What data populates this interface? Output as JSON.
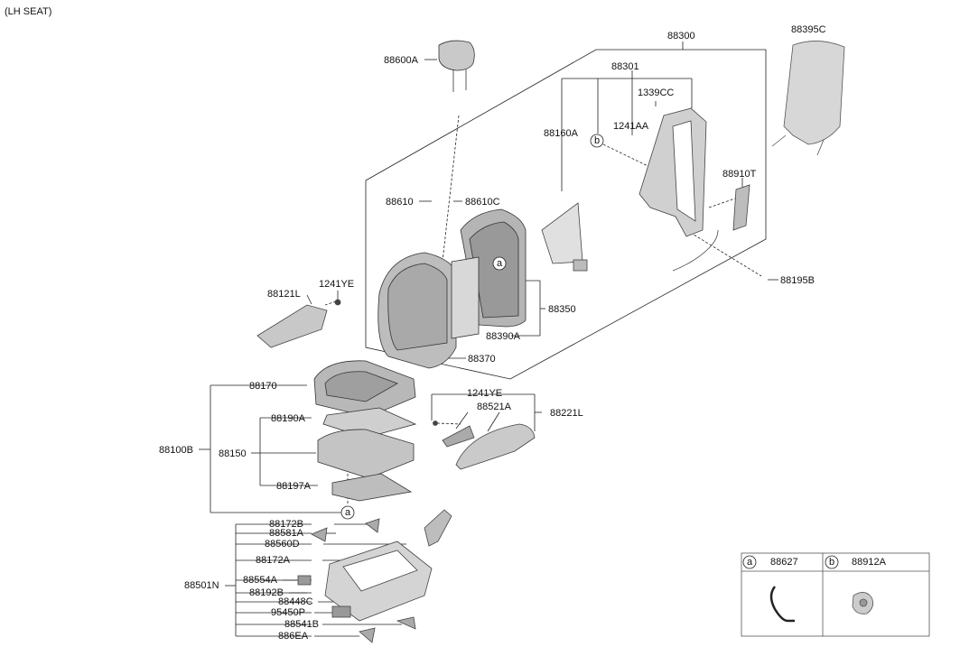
{
  "caption": "(LH SEAT)",
  "parts": {
    "p88300": "88300",
    "p88395C": "88395C",
    "p88600A": "88600A",
    "p88301": "88301",
    "p1339CC": "1339CC",
    "p88160A": "88160A",
    "p1241AA": "1241AA",
    "p88910T": "88910T",
    "p88610": "88610",
    "p88610C": "88610C",
    "p88195B": "88195B",
    "p1241YE_top": "1241YE",
    "p88121L": "88121L",
    "p88350": "88350",
    "p88390A": "88390A",
    "p88370": "88370",
    "p88170": "88170",
    "p1241YE_mid": "1241YE",
    "p88521A": "88521A",
    "p88221L": "88221L",
    "p88190A": "88190A",
    "p88100B": "88100B",
    "p88150": "88150",
    "p88197A": "88197A",
    "p88172B": "88172B",
    "p88581A": "88581A",
    "p88560D": "88560D",
    "p88172A": "88172A",
    "p88501N": "88501N",
    "p88554A": "88554A",
    "p88192B": "88192B",
    "p88448C": "88448C",
    "p95450P": "95450P",
    "p88541B": "88541B",
    "p886EA": "886EA"
  },
  "callouts": {
    "a": "a",
    "b": "b"
  },
  "legend": {
    "a_key": "a",
    "a_part": "88627",
    "b_key": "b",
    "b_part": "88912A"
  }
}
